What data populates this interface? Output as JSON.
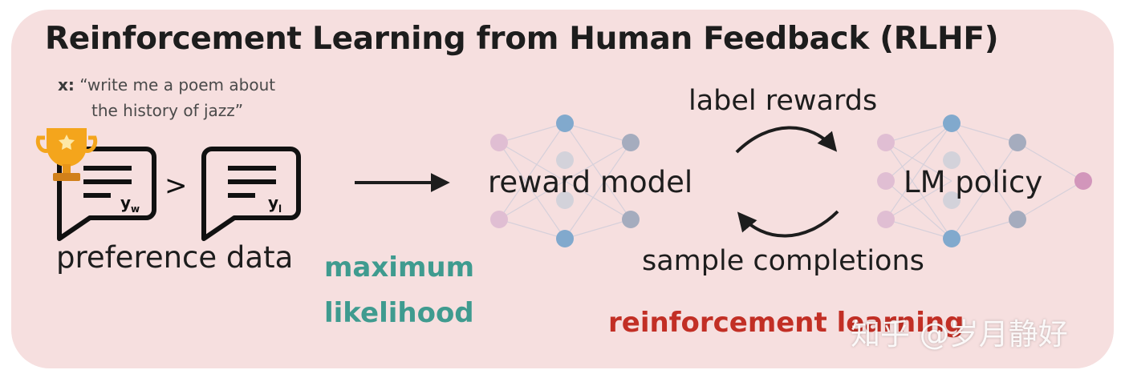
{
  "title": "Reinforcement Learning from Human Feedback (RLHF)",
  "prompt": {
    "label": "x:",
    "text_line1": "“write me a poem about",
    "text_line2": "the history of jazz”"
  },
  "preference": {
    "winner_label": "y",
    "winner_sub": "w",
    "loser_label": "y",
    "loser_sub": "l",
    "comparator": ">",
    "caption": "preference data"
  },
  "maximum_likelihood": {
    "line1": "maximum",
    "line2": "likelihood"
  },
  "reward_model": {
    "label": "reward model"
  },
  "lm_policy": {
    "label": "LM policy"
  },
  "loop": {
    "top_label": "label rewards",
    "bottom_label": "sample completions"
  },
  "reinforcement_learning": {
    "label": "reinforcement learning"
  },
  "watermark": "知乎 @岁月静好",
  "colors": {
    "background": "#f6dfdf",
    "ml_green": "#3f9b8f",
    "rl_red": "#c22f25",
    "node_blue": "#6f9fc6",
    "node_pink": "#d7a8c8",
    "node_gray": "#9aa6b8",
    "trophy_gold": "#f4a51c"
  }
}
